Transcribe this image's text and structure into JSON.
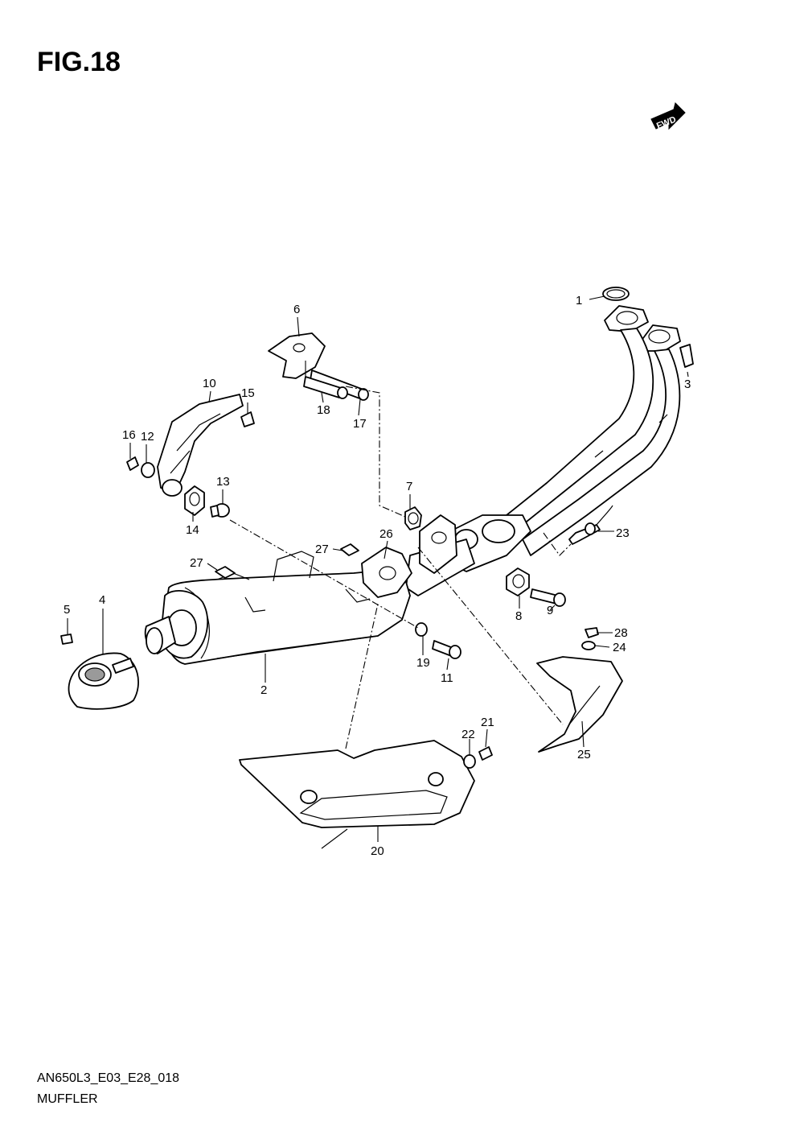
{
  "figure": {
    "title": "FIG.18",
    "code": "AN650L3_E03_E28_018",
    "name": "MUFFLER",
    "fwd_label": "FWD"
  },
  "callouts": [
    "1",
    "2",
    "3",
    "4",
    "5",
    "6",
    "7",
    "8",
    "9",
    "10",
    "11",
    "12",
    "13",
    "14",
    "15",
    "16",
    "17",
    "18",
    "19",
    "20",
    "21",
    "22",
    "23",
    "24",
    "25",
    "26",
    "27",
    "27",
    "28"
  ]
}
